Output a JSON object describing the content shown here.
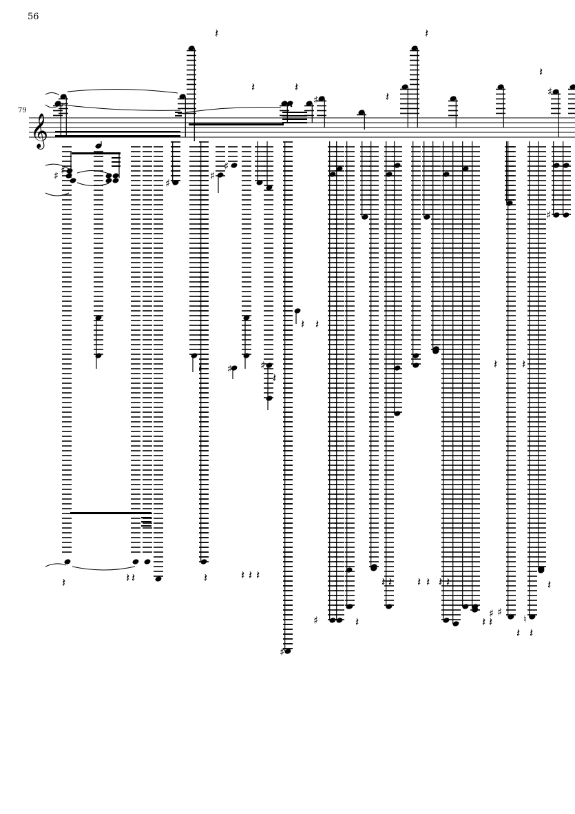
{
  "page": {
    "page_number": "56",
    "system": {
      "measure_number": "79",
      "clef": "treble",
      "accidentals": [
        "sharp",
        "natural"
      ],
      "rest_glyph": "quarter-rest"
    }
  }
}
